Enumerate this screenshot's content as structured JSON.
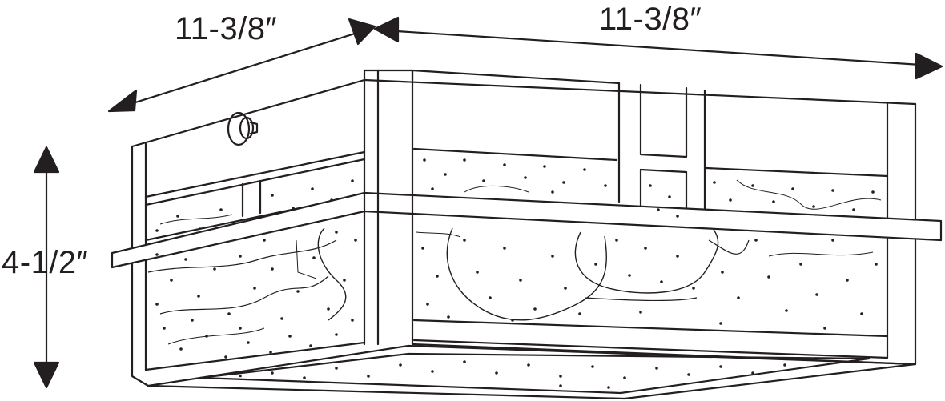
{
  "diagram": {
    "subject": "square flush-mount ceiling light fixture with seeded glass panels",
    "dimensions": {
      "width": "11-3/8″",
      "depth": "11-3/8″",
      "height": "4-1/2″"
    },
    "colors": {
      "line": "#231f20",
      "background": "#ffffff"
    }
  }
}
